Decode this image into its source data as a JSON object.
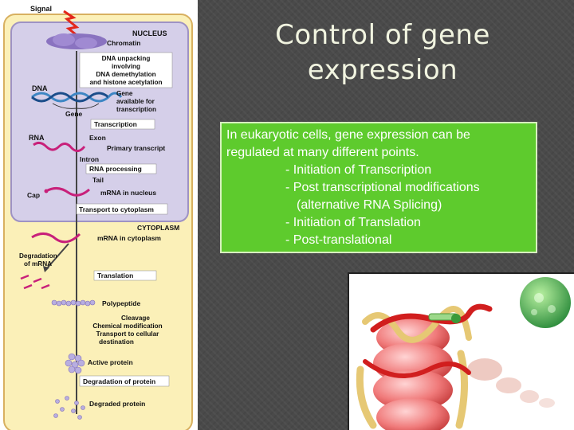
{
  "slide": {
    "title_line1": "Control of gene",
    "title_line2": "expression",
    "body": {
      "intro_line1": "In eukaryotic cells, gene expression can be",
      "intro_line2": "regulated at many different points.",
      "points": [
        "- Initiation of Transcription",
        "- Post transcriptional modifications",
        "(alternative RNA Splicing)",
        "- Initiation of Translation",
        "- Post-translational"
      ]
    }
  },
  "diagram": {
    "signal": "Signal",
    "nucleus": "NUCLEUS",
    "chromatin": "Chromatin",
    "unpacking": [
      "DNA unpacking",
      "involving",
      "DNA demethylation",
      "and histone acetylation"
    ],
    "dna": "DNA",
    "gene_available": [
      "Gene",
      "available for",
      "transcription"
    ],
    "gene": "Gene",
    "transcription": "Transcription",
    "rna": "RNA",
    "exon": "Exon",
    "primary_transcript": "Primary transcript",
    "intron": "Intron",
    "rna_processing": "RNA processing",
    "tail": "Tail",
    "cap": "Cap",
    "mrna_nucleus": "mRNA in nucleus",
    "transport": "Transport to cytoplasm",
    "cytoplasm": "CYTOPLASM",
    "mrna_cytoplasm": "mRNA in cytoplasm",
    "degradation_mrna": [
      "Degradation",
      "of mRNA"
    ],
    "translation": "Translation",
    "polypeptide": "Polypeptide",
    "cleavage": [
      "Cleavage",
      "Chemical modification",
      "Transport to cellular",
      "destination"
    ],
    "active_protein": "Active protein",
    "degradation_protein": "Degradation of protein",
    "degraded_protein": "Degraded protein"
  },
  "colors": {
    "cell": "#fbf0b8",
    "nucleus": "#d5cfe9",
    "textbox": "#5ecb2d",
    "rna": "#c8207a",
    "dna": "#3d86c4"
  }
}
